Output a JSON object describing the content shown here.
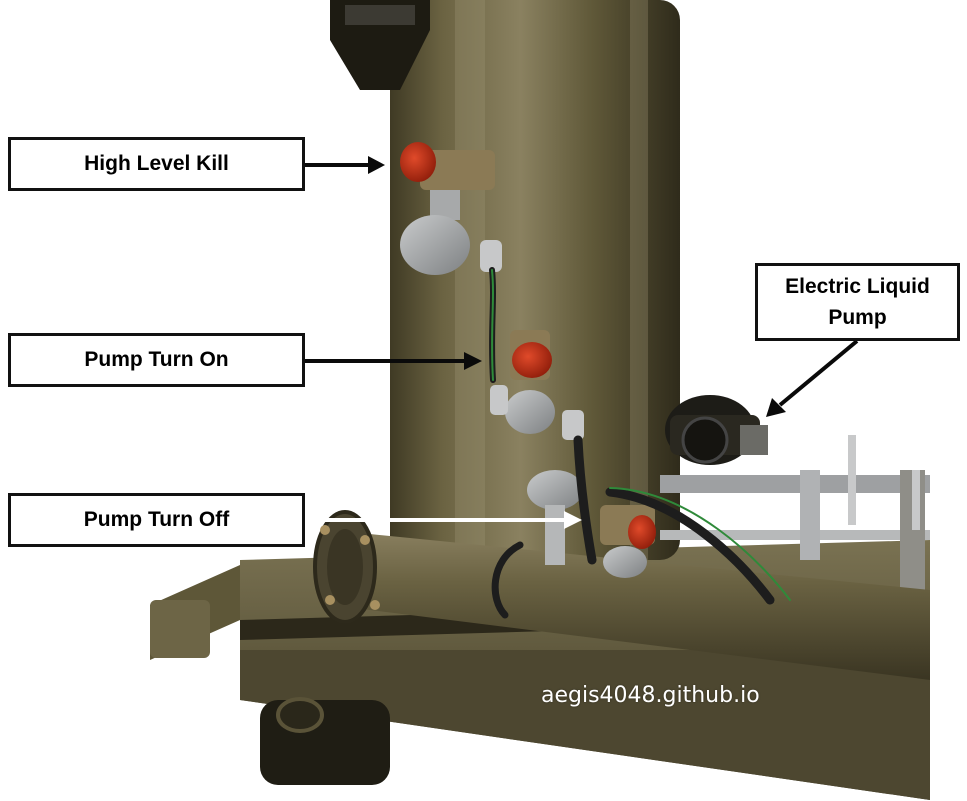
{
  "callouts": {
    "high_level_kill": "High Level Kill",
    "pump_turn_on": "Pump Turn On",
    "pump_turn_off": "Pump Turn Off",
    "electric_liquid_pump": "Electric Liquid Pump"
  },
  "watermark": "aegis4048.github.io",
  "colors": {
    "equipment_olive": "#5c5436",
    "arrow_dark": "#0a0a0a",
    "arrow_light": "#ffffff",
    "callout_border": "#111111",
    "float_switch_red": "#c22a12"
  }
}
